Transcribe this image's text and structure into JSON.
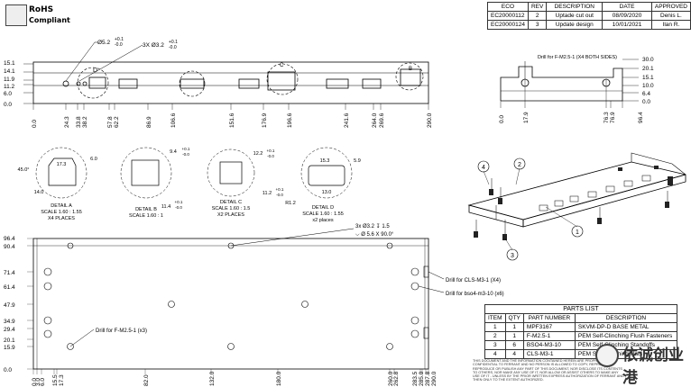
{
  "rohs": {
    "line1": "RoHS",
    "line2": "Compliant"
  },
  "revision_table": {
    "columns": [
      "ECO",
      "REV",
      "DESCRIPTION",
      "DATE",
      "APPROVED"
    ],
    "rows": [
      [
        "EC20000112",
        "2",
        "Uptade cut out",
        "08/09/2020",
        "Denis L."
      ],
      [
        "EC20000124",
        "3",
        "Update design",
        "10/01/2021",
        "Ilan R."
      ]
    ]
  },
  "front_view": {
    "left_dims": [
      "15.1",
      "14.1",
      "11.9",
      "11.2",
      "6.0",
      "0.0"
    ],
    "bottom_dims": [
      "0.0",
      "24.3",
      "33.8",
      "38.2",
      "57.8",
      "62.2",
      "86.9",
      "106.6",
      "151.6",
      "176.9",
      "196.6",
      "241.6",
      "264.0",
      "269.6",
      "290.0"
    ],
    "note_hole": "Ø5.2",
    "note_hole_tol_plus": "+0.1",
    "note_hole_tol_minus": "-0.0",
    "note_holes3": "3X Ø3.2",
    "note_holes3_tol_plus": "+0.1",
    "note_holes3_tol_minus": "-0.0",
    "detail_letters": [
      "D",
      "C",
      "B"
    ]
  },
  "side_view": {
    "note": "Drill for F-M2.5-1 (X4 BOTH SIDES)",
    "right_dims": [
      "30.0",
      "20.1",
      "15.1",
      "10.0",
      "6.4",
      "0.0"
    ],
    "bottom_dims": [
      "0.0",
      "17.9",
      "76.3",
      "76.9",
      "96.4"
    ]
  },
  "details": [
    {
      "name": "DETAIL A",
      "scale": "SCALE 1.60 : 1.55",
      "places": "X4 PLACES",
      "dims": [
        "17.3",
        "6.0",
        "45.0°",
        "14.0"
      ]
    },
    {
      "name": "DETAIL B",
      "scale": "SCALE 1.60 : 1",
      "places": "",
      "dims": [
        "9.4",
        "+0.1",
        "-0.0",
        "11.4",
        "+0.1",
        "-0.0"
      ]
    },
    {
      "name": "DETAIL C",
      "scale": "SCALE 1.60 : 1.5",
      "places": "X2 PLACES",
      "dims": [
        "12.2",
        "+0.1",
        "-0.0",
        "11.2",
        "+0.1",
        "-0.0"
      ]
    },
    {
      "name": "DETAIL D",
      "scale": "SCALE 1.60 : 1.55",
      "places": "x2 places",
      "dims": [
        "15.3",
        "5.9",
        "13.0",
        "R1.2"
      ]
    }
  ],
  "top_view": {
    "left_dims": [
      "96.4",
      "90.4",
      "71.4",
      "61.4",
      "47.9",
      "34.9",
      "29.4",
      "20.1",
      "15.9",
      "0.0"
    ],
    "bottom_dims": [
      "0.0",
      "3.0",
      "6.0",
      "15.5",
      "17.3",
      "82.0",
      "132.0",
      "180.0",
      "260.0",
      "262.8",
      "283.5",
      "285.0",
      "287.8",
      "290.0"
    ],
    "callout_top_line1": "3x Ø3.2 ↧ 1.5",
    "callout_top_line2": "⌵ Ø 5.6 X 90.0°",
    "callout_m3": "Drill for CLS-M3-1 (X4)",
    "callout_bso4": "Drill for bso4-m3-10 (x6)",
    "callout_m25": "Drill for F-M2.5-1 (x3)"
  },
  "iso_balloons": [
    "1",
    "2",
    "3",
    "4"
  ],
  "parts_list": {
    "title": "PARTS LIST",
    "columns": [
      "ITEM",
      "QTY",
      "PART NUMBER",
      "DESCRIPTION"
    ],
    "rows": [
      [
        "1",
        "1",
        "MPF3167",
        "SKVM-DP-D BASE METAL"
      ],
      [
        "2",
        "1",
        "F-M2.5-1",
        "PEM Self-Clinching Flush Fasteners"
      ],
      [
        "3",
        "6",
        "BSO4-M3-10",
        "PEM Self-Clinching Standoffs"
      ],
      [
        "4",
        "4",
        "CLS-M3-1",
        "PEM Self-Clinching Nuts"
      ]
    ]
  },
  "disclaimer": "THIS DOCUMENT AND THE INFORMATION CONTAINED HEREIN ARE PROPRIETARY AND CONFIDENTIAL TO FERRANT AND NO PERSON IS ALLOWED TO COPY, REPRINT, REPRODUCE OR PUBLISH ANY PART OF THIS DOCUMENT, NOR DISCLOSE ITS CONTENTS TO OTHERS, NOR MAKE ANY USE OF IT, NOR ALLOW OR ASSIST OTHERS TO MAKE ANY USE OF IT - UNLESS BY THE PRIOR WRITTEN EXPRESS AUTHORIZATION OF FERRANT AND THEN ONLY TO THE EXTENT AUTHORIZED.",
  "watermark": "依诚创业港"
}
